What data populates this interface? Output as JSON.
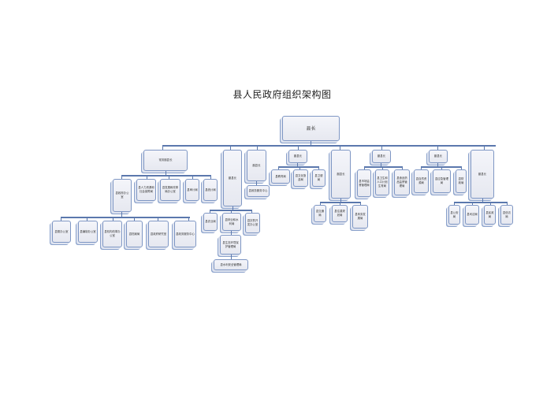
{
  "title": "县人民政府组织架构图",
  "root": {
    "label": "县长"
  },
  "branches": [
    {
      "label": "常务副县长",
      "children": [
        {
          "label": "县政府办公室",
          "children": [
            "县委办公室",
            "县编制办公室",
            "县机构改革办公室",
            "县档案局",
            "县政府研究室",
            "县政务服务中心"
          ]
        },
        {
          "label": "县人力资源和社会保障局"
        },
        {
          "label": "县发展和改革局办公室"
        },
        {
          "label": "县审计局"
        },
        {
          "label": "县统计局"
        }
      ]
    },
    {
      "label": "副县长",
      "children": [
        {
          "label": "县农业局"
        },
        {
          "label": "县林业和水利局",
          "children": [
            {
              "label": "县生态环境保护管理局",
              "children": [
                "县水利安全管理局"
              ]
            }
          ]
        },
        {
          "label": "县扶贫开发办公室"
        }
      ]
    },
    {
      "label": "副县长",
      "children": [
        {
          "label": "县政务服务中心"
        }
      ]
    },
    {
      "label": "副县长",
      "children": [
        "县教育局",
        "县文化旅游局",
        "县卫健局"
      ]
    },
    {
      "label": "副县长",
      "children": [
        "县交通局",
        "县住建规划局",
        "县商务发展局"
      ]
    },
    {
      "label": "副县长",
      "children": [
        "县市场监督管理局",
        "县卫生和人口计划生育局",
        "县食品药品监督管理局"
      ]
    },
    {
      "label": "副县长",
      "children": [
        "县自然资源局",
        "县应急管理局",
        "县财政局"
      ]
    },
    {
      "label": "副县长",
      "children": [
        "县公安局",
        "县司法局",
        "县民政局",
        "县信访局"
      ]
    }
  ]
}
